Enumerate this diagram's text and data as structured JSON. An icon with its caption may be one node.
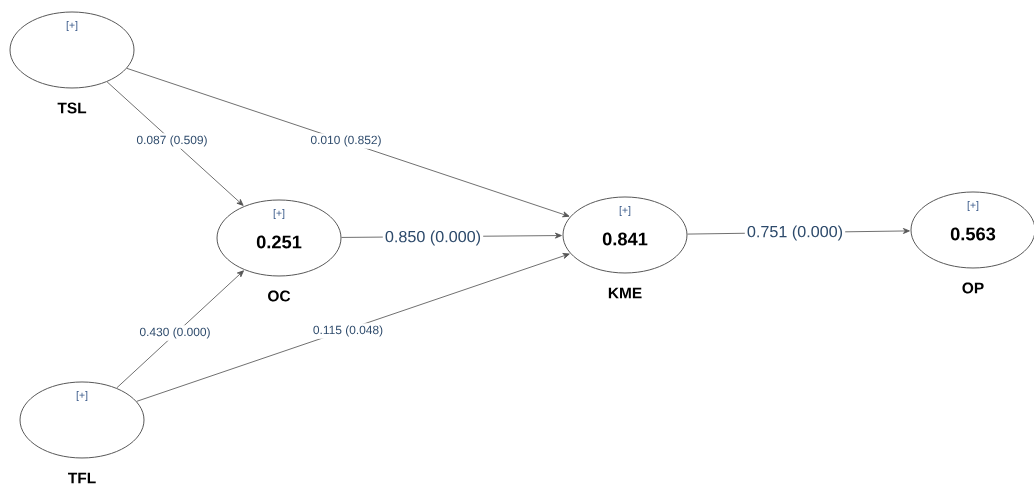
{
  "diagram": {
    "nodes": [
      {
        "text": [
          "[+]"
        ],
        "beside": [
          "TSL"
        ]
      },
      {
        "text": [
          "[+]",
          "0.251"
        ],
        "beside": [
          "OC"
        ]
      },
      {
        "text": [
          "[+]",
          "0.841"
        ],
        "beside": [
          "KME"
        ]
      },
      {
        "text": [
          "[+]",
          "0.563"
        ],
        "beside": [
          "OP"
        ]
      },
      {
        "text": [
          "[+]"
        ],
        "beside": [
          "TFL"
        ]
      }
    ],
    "edges": [
      {
        "from": 0,
        "to": 1,
        "arrow": "to",
        "label": "0.087 (0.509)"
      },
      {
        "from": 0,
        "to": 2,
        "arrow": "to",
        "label": "0.010 (0.852)"
      },
      {
        "from": 1,
        "to": 2,
        "arrow": "to",
        "label": "0.850 (0.000)"
      },
      {
        "from": 2,
        "to": 3,
        "arrow": "to",
        "label": "0.751 (0.000)"
      },
      {
        "from": 4,
        "to": 1,
        "arrow": "to",
        "label": "0.430 (0.000)"
      },
      {
        "from": 4,
        "to": 2,
        "arrow": "to",
        "label": "0.115 (0.048)"
      }
    ]
  }
}
